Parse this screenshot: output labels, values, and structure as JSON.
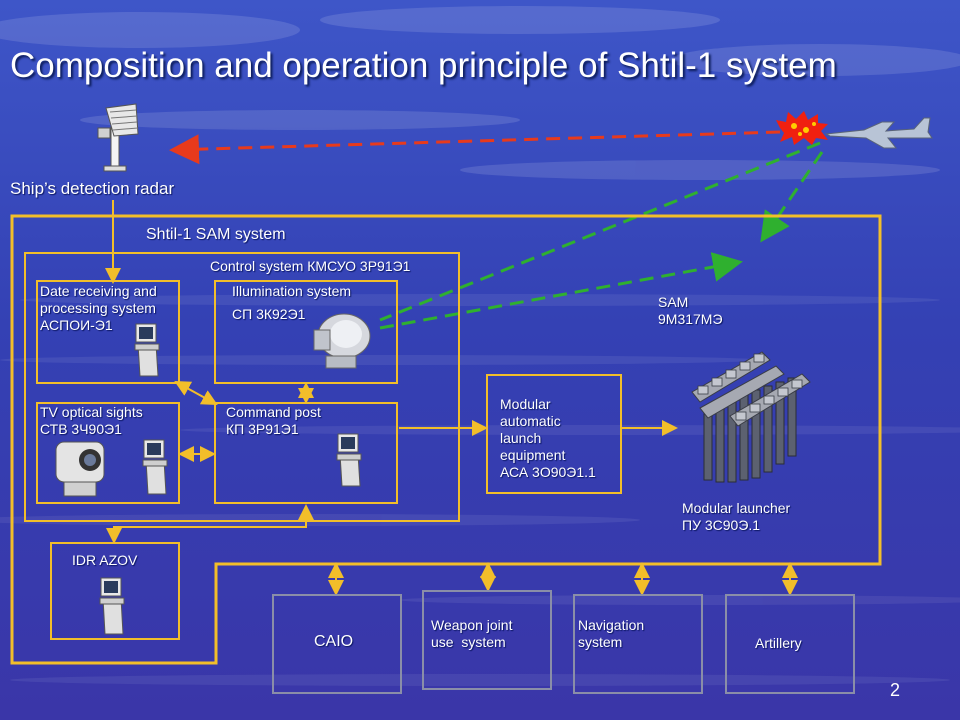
{
  "title": "Composition and operation principle of Shtil-1 system",
  "page_number": "2",
  "colors": {
    "frame": "#f2be2a",
    "bottom_boxes": "#8a8ea8",
    "threat_line": "#e83a1c",
    "guidance_line": "#2fb02f",
    "background": "#3b4ab8"
  },
  "radar": {
    "label": "Ship’s detection radar",
    "icon": "radar-antenna-icon"
  },
  "target": {
    "icons": [
      "explosion-icon",
      "fighter-jet-icon"
    ]
  },
  "sam_system": {
    "label": "Shtil-1 SAM system"
  },
  "control_system": {
    "label": "Control system КМСУО 3Р91Э1"
  },
  "data_processing": {
    "label": "Date receiving and\nprocessing system\nАСПОИ-Э1",
    "icon": "console-icon"
  },
  "illumination": {
    "label_1": "Illumination system",
    "label_2": "СП 3К92Э1",
    "icon": "illumination-radar-icon"
  },
  "tv_sights": {
    "label": "TV optical sights\nСТВ 3Ч90Э1",
    "icons": [
      "optical-sight-icon",
      "console-icon"
    ]
  },
  "command_post": {
    "label": "Command post\nКП 3Р91Э1",
    "icon": "console-icon"
  },
  "modular_equipment": {
    "label": "Modular\nautomatic\nlaunch\nequipment\nАСА 3О90Э1.1"
  },
  "sam": {
    "label": "SAM\n9М317МЭ"
  },
  "modular_launcher": {
    "label": "Modular launcher\nПУ 3С90Э.1",
    "icon": "missile-launcher-icon"
  },
  "idr": {
    "label": "IDR AZOV",
    "icon": "console-icon"
  },
  "bottom": {
    "caio": "CAIO",
    "weapon": "Weapon joint\nuse  system",
    "navigation": "Navigation\nsystem",
    "artillery": "Artillery"
  }
}
